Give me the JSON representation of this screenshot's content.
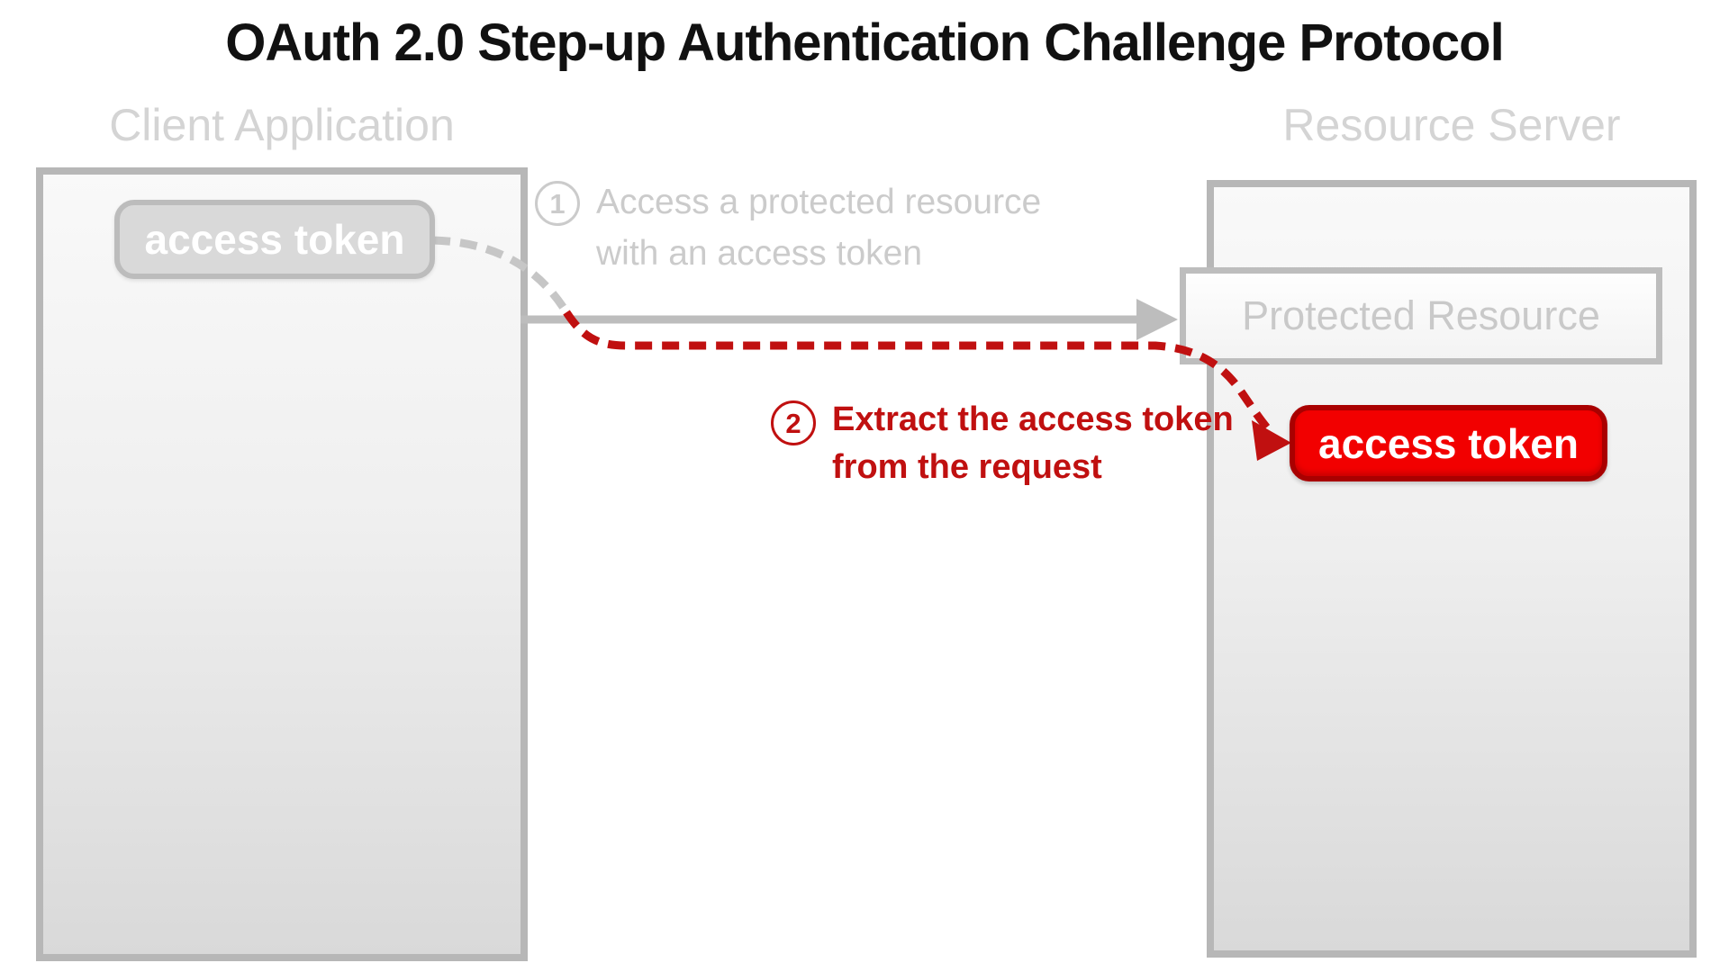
{
  "title": "OAuth 2.0 Step-up Authentication Challenge Protocol",
  "client_lane": {
    "label": "Client Application",
    "access_token_badge": "access token"
  },
  "resource_lane": {
    "label": "Resource Server",
    "protected_resource": "Protected Resource",
    "access_token_badge": "access token"
  },
  "annotations": {
    "step1": {
      "number": "1",
      "line1": "Access a protected resource",
      "line2": "with an access token"
    },
    "step2": {
      "number": "2",
      "line1": "Extract the access token",
      "line2": "from the request"
    }
  },
  "colors": {
    "title_text": "#111111",
    "muted_gray_text": "#cbcbcb",
    "lane_label_gray": "#d4d4d4",
    "lane_box_border": "#b7b7b7",
    "gray_badge_fill": "#d9d9d9",
    "gray_badge_border": "#bcbcbc",
    "connector_gray": "#bdbdbd",
    "dashed_gray": "#c6c6c6",
    "accent_red": "#c01010",
    "red_badge_fill": "#f20000",
    "red_badge_border": "#a90000"
  }
}
